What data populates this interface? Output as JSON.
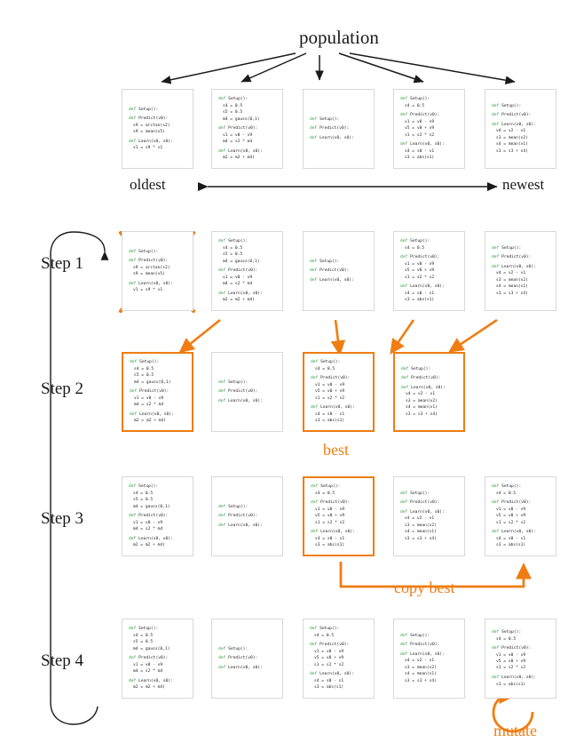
{
  "title": "population",
  "axis": {
    "left": "oldest",
    "right": "newest"
  },
  "annotations": {
    "best": "best",
    "copy_best": "copy best",
    "mutate": "mutate"
  },
  "colors": {
    "accent": "#ef7d12",
    "keyword": "#2e9b3f",
    "text": "#222222",
    "border": "#d8d8d8"
  },
  "steps": [
    {
      "label": "Step 1"
    },
    {
      "label": "Step 2"
    },
    {
      "label": "Step 3"
    },
    {
      "label": "Step 4"
    }
  ],
  "programs": {
    "A": [
      [
        "def Setup():"
      ],
      [
        "def Predict(v0):",
        "s9 = arctan(s2)",
        "s9 = mean(v5)"
      ],
      [
        "def Learn(v0, s0):",
        "v1 = s9 * v1"
      ]
    ],
    "B": [
      [
        "def Setup():",
        "s4 = 0.5",
        "s5 = 0.5",
        "m4 = gauss(0,1)"
      ],
      [
        "def Predict(v0):",
        "v1 = v0 - v9",
        "m4 = s2 * m4"
      ],
      [
        "def Learn(v0, s0):",
        "m2 = m2 + m4)"
      ]
    ],
    "C": [
      [
        "def Setup():"
      ],
      [
        "def Predict(v0):"
      ],
      [
        "def Learn(v0, s0):"
      ]
    ],
    "D": [
      [
        "def Setup():",
        "s4 = 0.5"
      ],
      [
        "def Predict(v0):",
        "v1 = v0 - v9",
        "v5 = v0 + v9",
        "s1 = s2 * s2"
      ],
      [
        "def Learn(v0, s0):",
        "s4 = s0 - s1",
        "s3 = abs(s1)"
      ]
    ],
    "E": [
      [
        "def Setup():"
      ],
      [
        "def Predict(v0):"
      ],
      [
        "def Learn(v0, s0):",
        "v4 = v2 - v1",
        "s3 = mean(v2)",
        "s4 = mean(v1)",
        "s3 = s3 + s4)"
      ]
    ],
    "D_mut": [
      [
        "def Setup():",
        "s4 = 0.5"
      ],
      [
        "def Predict(v0):",
        "v1 = v0 - v9",
        "v5 = v0 + v9",
        "s1 = s2 * s2"
      ],
      [
        "def Learn(v0, s0):",
        "s3 = abs(s1)"
      ]
    ]
  },
  "rows": {
    "population": [
      {
        "program": "A",
        "highlight": false,
        "crossed": false
      },
      {
        "program": "B",
        "highlight": false,
        "crossed": false
      },
      {
        "program": "C",
        "highlight": false,
        "crossed": false
      },
      {
        "program": "D",
        "highlight": false,
        "crossed": false
      },
      {
        "program": "E",
        "highlight": false,
        "crossed": false
      }
    ],
    "step1": [
      {
        "program": "A",
        "highlight": false,
        "crossed": true
      },
      {
        "program": "B",
        "highlight": false,
        "crossed": false
      },
      {
        "program": "C",
        "highlight": false,
        "crossed": false
      },
      {
        "program": "D",
        "highlight": false,
        "crossed": false
      },
      {
        "program": "E",
        "highlight": false,
        "crossed": false
      }
    ],
    "step2": [
      {
        "program": "B",
        "highlight": true,
        "crossed": false
      },
      {
        "program": "C",
        "highlight": false,
        "crossed": false
      },
      {
        "program": "D",
        "highlight": true,
        "crossed": false
      },
      {
        "program": "E",
        "highlight": true,
        "crossed": false
      }
    ],
    "step3": [
      {
        "program": "B",
        "highlight": false,
        "crossed": false
      },
      {
        "program": "C",
        "highlight": false,
        "crossed": false
      },
      {
        "program": "D",
        "highlight": true,
        "crossed": false
      },
      {
        "program": "E",
        "highlight": false,
        "crossed": false
      },
      {
        "program": "D",
        "highlight": false,
        "crossed": false
      }
    ],
    "step4": [
      {
        "program": "B",
        "highlight": false,
        "crossed": false
      },
      {
        "program": "C",
        "highlight": false,
        "crossed": false
      },
      {
        "program": "D",
        "highlight": false,
        "crossed": false
      },
      {
        "program": "E",
        "highlight": false,
        "crossed": false
      },
      {
        "program": "D_mut",
        "highlight": false,
        "crossed": false
      }
    ]
  }
}
